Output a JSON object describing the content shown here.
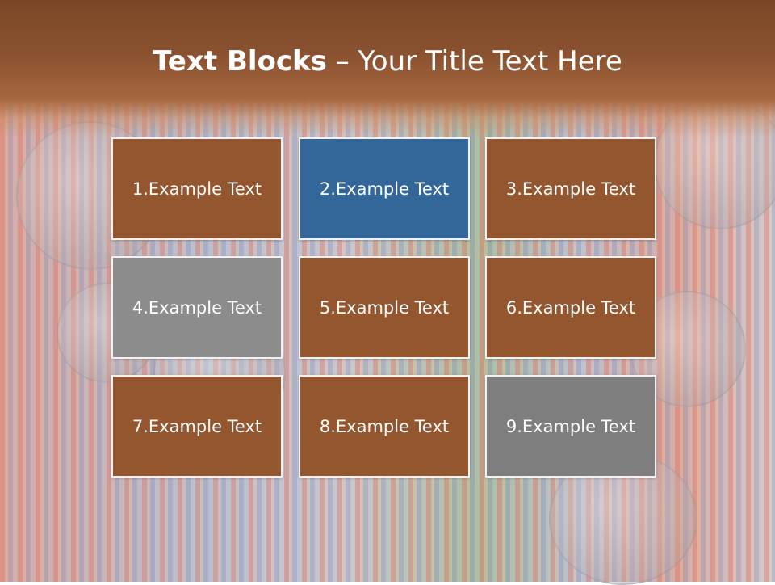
{
  "slide": {
    "title_bold": "Text Blocks",
    "title_dash": " – ",
    "title_rest": "Your Title Text Here"
  },
  "blocks": [
    {
      "label": "1.Example Text",
      "color": "#94562e"
    },
    {
      "label": "2.Example Text",
      "color": "#336699"
    },
    {
      "label": "3.Example Text",
      "color": "#94562e"
    },
    {
      "label": "4.Example Text",
      "color": "#8c8c8c"
    },
    {
      "label": "5.Example Text",
      "color": "#94562e"
    },
    {
      "label": "6.Example Text",
      "color": "#94562e"
    },
    {
      "label": "7.Example Text",
      "color": "#94562e"
    },
    {
      "label": "8.Example Text",
      "color": "#94562e"
    },
    {
      "label": "9.Example Text",
      "color": "#7e7e7e"
    }
  ]
}
